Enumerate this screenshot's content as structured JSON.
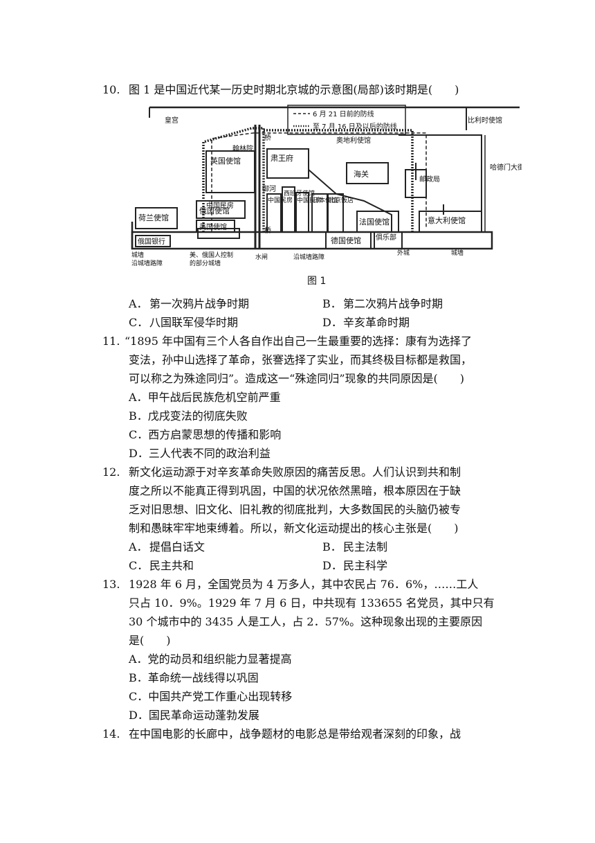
{
  "q10": {
    "number": "10.",
    "stem": [
      "图 1 是中国近代某一历史时期北京城的示意图(局部)该时期是(　　)"
    ],
    "map": {
      "caption": "图 1",
      "legend": [
        "6 月 21 日前的防线",
        "至 7 月 16 日及以后的防线"
      ],
      "labels": {
        "huanggong": "皇宫",
        "bili": "比利时使馆",
        "qiao1": "桥",
        "aodili": "奥地利使馆",
        "hanlinyuan": "翰林院",
        "suwangfu": "肃王府",
        "yingguo": "英国使馆",
        "haiguan": "海关",
        "youzhengju": "邮政局",
        "hademen": "哈德门大街",
        "yuhehe": "御河",
        "zhongguominfang1": "中国民房",
        "xibanya": "西班牙使馆",
        "zhongguominfang2": "中国民房",
        "zhongguominfang3": "中国民房",
        "riben": "日本使馆",
        "beijingfandian": "北京饭店",
        "faguo": "法国使馆",
        "yidali": "意大利使馆",
        "helan": "荷兰使馆",
        "eguo": "俄国使馆",
        "meiguo": "美国使馆",
        "deguo": "德国使馆",
        "julebu": "俱乐部",
        "eguoyinhang": "俄国银行",
        "qiao2": "桥",
        "chengqiang1": "城墙",
        "yanchengqianglu1": "沿城墙路障",
        "mekong": "美、俄国人控制",
        "bufen": "的部分城墙",
        "shuizha": "水闸",
        "yanchengqianglu2": "沿城墙路障",
        "waicheng": "外城",
        "chengqiang2": "城墙"
      }
    },
    "options": [
      {
        "letter": "A．",
        "text": "第一次鸦片战争时期"
      },
      {
        "letter": "B．",
        "text": "第二次鸦片战争时期"
      },
      {
        "letter": "C．",
        "text": "八国联军侵华时期"
      },
      {
        "letter": "D．",
        "text": "辛亥革命时期"
      }
    ]
  },
  "q11": {
    "number": "11.",
    "stem": [
      "“1895 年中国有三个人各自作出自己一生最重要的选择：康有为选择了",
      "变法，孙中山选择了革命，张謇选择了实业，而其终极目标都是救国，",
      "可以称之为殊途同归”。造成这一“殊途同归”现象的共同原因是(　　)"
    ],
    "options": [
      {
        "letter": "A．",
        "text": "甲午战后民族危机空前严重"
      },
      {
        "letter": "B．",
        "text": "戊戌变法的彻底失败"
      },
      {
        "letter": "C．",
        "text": "西方启蒙思想的传播和影响"
      },
      {
        "letter": "D．",
        "text": "三人代表不同的政治利益"
      }
    ]
  },
  "q12": {
    "number": "12.",
    "stem": [
      "新文化运动源于对辛亥革命失败原因的痛苦反思。人们认识到共和制",
      "度之所以不能真正得到巩固，中国的状况依然黑暗，根本原因在于缺",
      "乏对旧思想、旧文化、旧礼教的彻底批判，大多数国民的头脑仍被专",
      "制和愚昧牢牢地束缚着。所以，新文化运动提出的核心主张是(　　)"
    ],
    "options": [
      {
        "letter": "A．",
        "text": "提倡白话文"
      },
      {
        "letter": "B．",
        "text": "民主法制"
      },
      {
        "letter": "C．",
        "text": "民主共和"
      },
      {
        "letter": "D．",
        "text": "民主科学"
      }
    ]
  },
  "q13": {
    "number": "13.",
    "stem": [
      "1928 年 6 月，全国党员为 4 万多人，其中农民占 76．6%，……工人",
      "只占 10．9%。1929 年 7 月 6 日，中共现有 133655 名党员，其中只有",
      "30 个城市中的 3435 人是工人，占 2．57%。这种现象出现的主要原因",
      "是(　　)"
    ],
    "options": [
      {
        "letter": "A．",
        "text": "党的动员和组织能力显著提高"
      },
      {
        "letter": "B．",
        "text": "革命统一战线得以巩固"
      },
      {
        "letter": "C．",
        "text": "中国共产党工作重心出现转移"
      },
      {
        "letter": "D．",
        "text": "国民革命运动蓬勃发展"
      }
    ]
  },
  "q14": {
    "number": "14.",
    "stem": [
      "在中国电影的长廊中，战争题材的电影总是带给观者深刻的印象，战"
    ]
  }
}
